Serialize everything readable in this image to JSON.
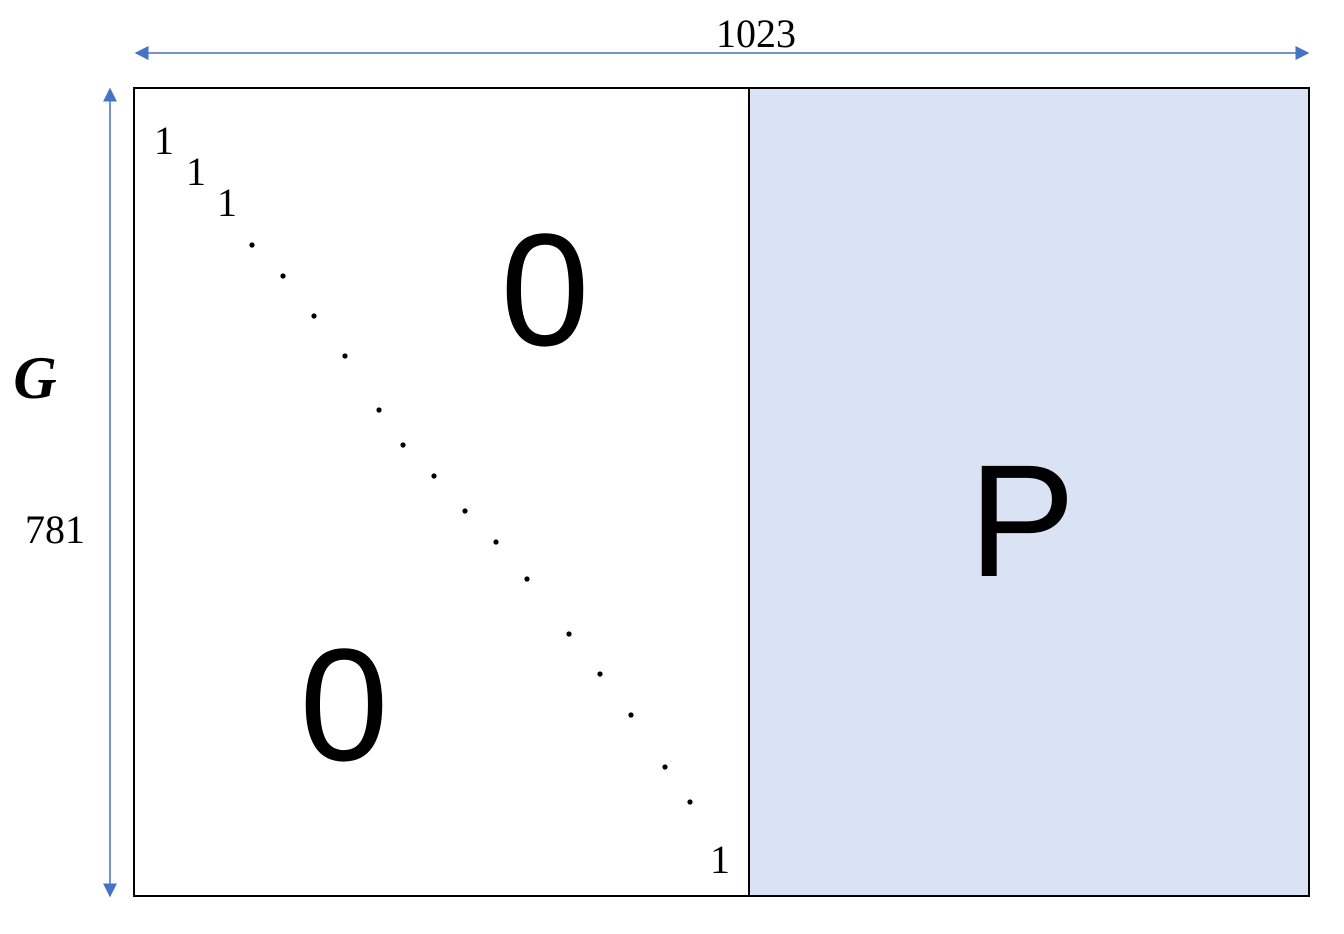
{
  "matrix_label": "G",
  "width_label": "1023",
  "height_label": "781",
  "identity_entries": [
    "1",
    "1",
    "1",
    "1"
  ],
  "zero_upper": "0",
  "zero_lower": "0",
  "parity_block": "P",
  "colors": {
    "arrow": "#4472c4",
    "parity_fill": "#dae3f3",
    "border": "#000000"
  }
}
